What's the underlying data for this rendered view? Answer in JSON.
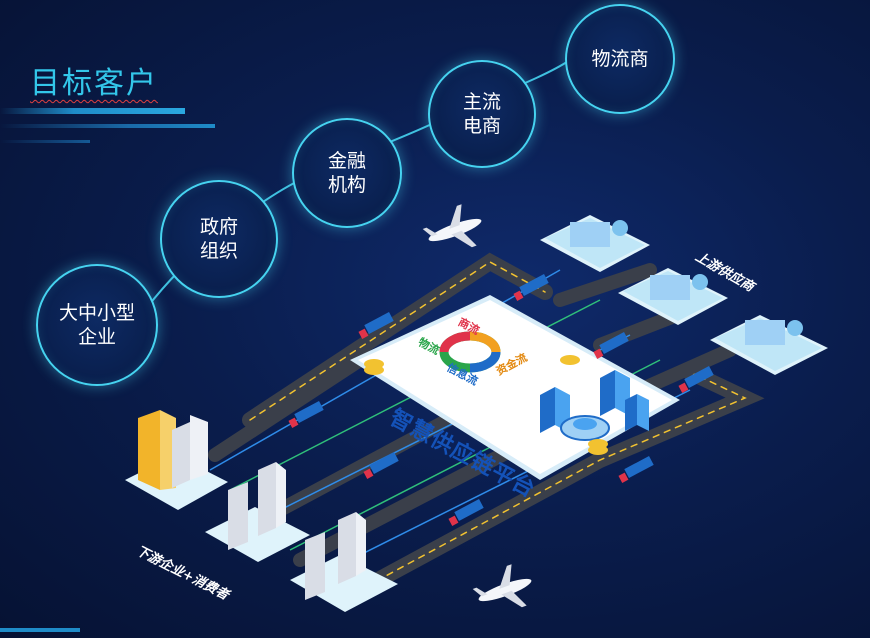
{
  "header": {
    "title": "目标客户"
  },
  "customers": [
    {
      "label": "大中小型\n企业"
    },
    {
      "label": "政府\n组织"
    },
    {
      "label": "金融\n机构"
    },
    {
      "label": "主流\n电商"
    },
    {
      "label": "物流商"
    }
  ],
  "regions": {
    "upstream": "上游供应商",
    "downstream": "下游企业+消费者"
  },
  "platform": {
    "title": "智慧供应链平台",
    "flows": {
      "commerce": "商流",
      "logistics": "物流",
      "capital": "资金流",
      "information": "信息流"
    }
  },
  "colors": {
    "accent": "#33c7ea",
    "circle_border": "#46d3f0",
    "background": "#0a1d4d",
    "road": "#3a3f4a",
    "road_dash": "#f2c230"
  }
}
